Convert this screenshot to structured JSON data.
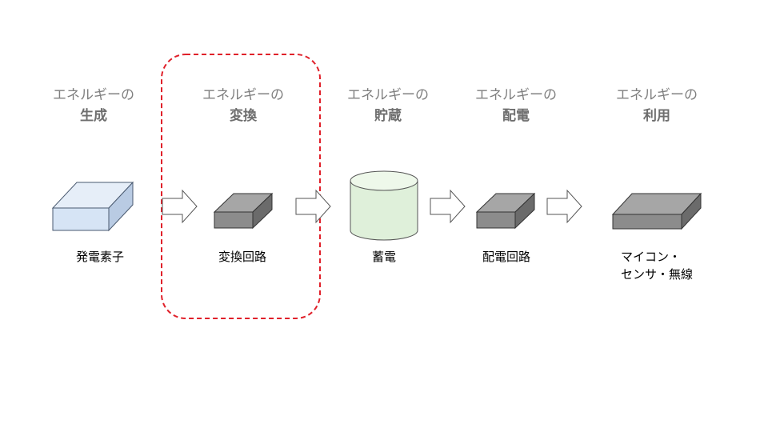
{
  "stages": [
    {
      "prefix": "エネルギーの",
      "name": "生成"
    },
    {
      "prefix": "エネルギーの",
      "name": "変換"
    },
    {
      "prefix": "エネルギーの",
      "name": "貯蔵"
    },
    {
      "prefix": "エネルギーの",
      "name": "配電"
    },
    {
      "prefix": "エネルギーの",
      "name": "利用"
    }
  ],
  "components": [
    {
      "label": "発電素子"
    },
    {
      "label": "変換回路"
    },
    {
      "label": "蓄電"
    },
    {
      "label": "配電回路"
    },
    {
      "label": "マイコン・",
      "label2": "センサ・無線"
    }
  ],
  "colors": {
    "title_text": "#7f7f7f",
    "highlight_border": "#e0202a",
    "box_light": "#d6e4f5",
    "box_dark": "#8c8c8c",
    "cylinder": "#dff0da"
  }
}
